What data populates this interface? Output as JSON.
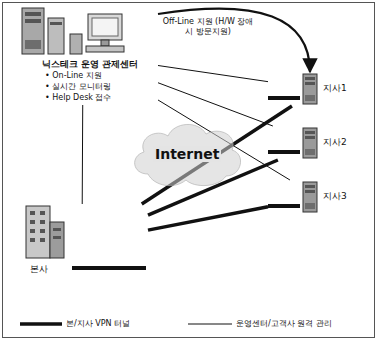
{
  "diagram": {
    "nodes": [
      {
        "text": [
          "닉스테크 운영 관제센터",
          "• On-Line 지원",
          "• 실시간 모니터링",
          "• Help Desk 접수"
        ]
      },
      {
        "text": [
          "지사1"
        ]
      },
      {
        "text": [
          "지사2"
        ]
      },
      {
        "text": [
          "지사3"
        ]
      },
      {
        "text": [
          "Internet"
        ]
      },
      {
        "text": [
          "본사"
        ]
      }
    ],
    "edges": [
      {
        "from": 0,
        "to": 1,
        "label": "Off-Line 지원 (H/W 장애시 방문지원)",
        "arrow": "to"
      },
      {
        "from": 0,
        "to": 1,
        "arrow": "none"
      },
      {
        "from": 0,
        "to": 2,
        "arrow": "none"
      },
      {
        "from": 0,
        "to": 3,
        "arrow": "none"
      },
      {
        "from": 0,
        "to": 5,
        "arrow": "none"
      },
      {
        "from": 5,
        "to": 1,
        "arrow": "none"
      },
      {
        "from": 5,
        "to": 2,
        "arrow": "none"
      },
      {
        "from": 5,
        "to": 3,
        "arrow": "none"
      }
    ],
    "legend": [
      {
        "text": "본/지사 VPN 터널"
      },
      {
        "text": "운영센터/고객사 원격 관리"
      }
    ]
  }
}
